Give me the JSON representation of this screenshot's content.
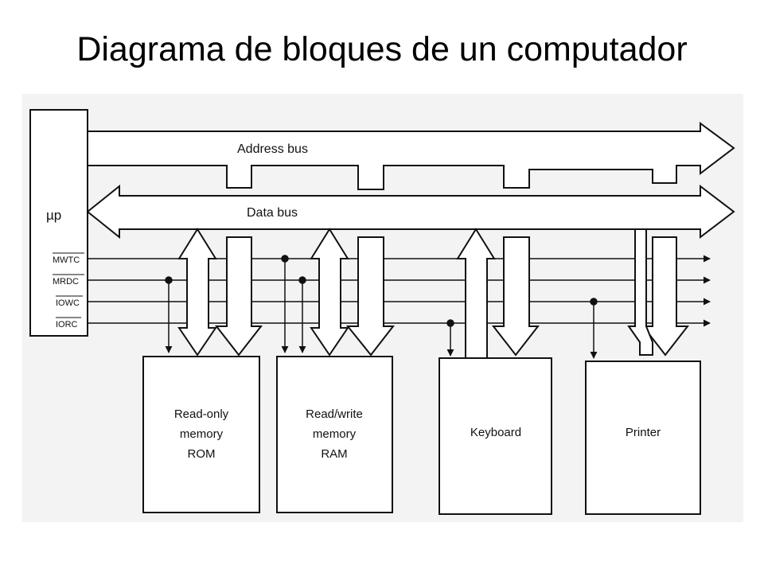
{
  "title": "Diagrama de bloques de un computador",
  "cpu": {
    "label": "µp"
  },
  "buses": {
    "address": "Address bus",
    "data": "Data bus"
  },
  "control_lines": [
    "MWTC",
    "MRDC",
    "IOWC",
    "IORC"
  ],
  "blocks": {
    "rom": [
      "Read-only",
      "memory",
      "ROM"
    ],
    "ram": [
      "Read/write",
      "memory",
      "RAM"
    ],
    "keyboard": [
      "Keyboard"
    ],
    "printer": [
      "Printer"
    ]
  }
}
